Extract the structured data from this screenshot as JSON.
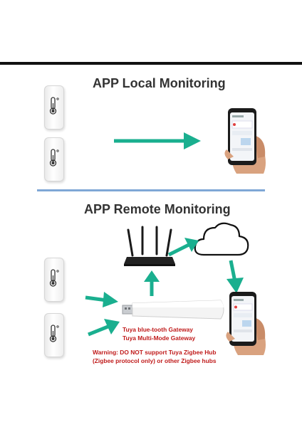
{
  "sections": {
    "local": {
      "title": "APP Local  Monitoring"
    },
    "remote": {
      "title": "APP Remote Monitoring"
    }
  },
  "gateway": {
    "label_line1": "Tuya blue-tooth Gateway",
    "label_line2": "Tuya Multi-Mode Gateway"
  },
  "warning": {
    "line1": "Warning: DO NOT support Tuya Zigbee Hub",
    "line2": "(Zigbee protocol only) or other Zigbee hubs"
  },
  "colors": {
    "arrow": "#1aaf8f",
    "warning_text": "#c01b1b",
    "divider": "#7fa7d6",
    "top_bar": "#111111"
  },
  "icons": [
    "thermometer-icon",
    "router-icon",
    "cloud-icon",
    "usb-gateway-icon",
    "smartphone-icon"
  ]
}
